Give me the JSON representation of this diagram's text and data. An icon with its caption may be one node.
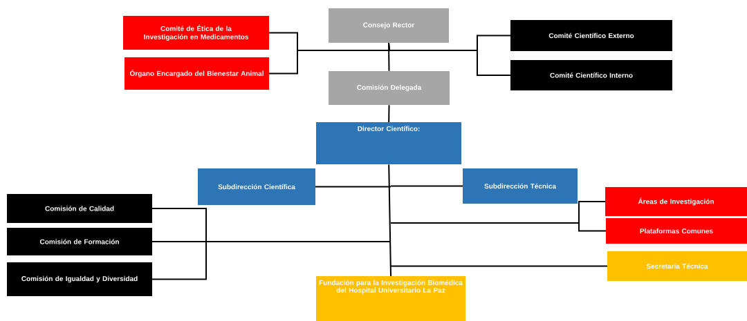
{
  "diagram": {
    "nodes": [
      {
        "text": [
          "Consejo Rector"
        ]
      },
      {
        "text": [
          "Comisión Delegada"
        ]
      },
      {
        "text": [
          "Comité de Ética de la Investigación en Medicamentos"
        ]
      },
      {
        "text": [
          "Órgano Encargado del Bienestar Animal"
        ]
      },
      {
        "text": [
          "Comité Científico Externo"
        ]
      },
      {
        "text": [
          "Comité Científico Interno"
        ]
      },
      {
        "text": [
          "Director Científico:"
        ]
      },
      {
        "text": [
          "Subdirección Científica"
        ]
      },
      {
        "text": [
          "Subdirección Técnica"
        ]
      },
      {
        "text": [
          "Comisión de Calidad"
        ]
      },
      {
        "text": [
          "Comisión de Formación"
        ]
      },
      {
        "text": [
          "Comisión de Igualdad y Diversidad"
        ]
      },
      {
        "text": [
          "Áreas de Investigación"
        ]
      },
      {
        "text": [
          "Plataformas Comunes"
        ]
      },
      {
        "text": [
          "Secretaría Técnica"
        ]
      },
      {
        "text": [
          "Fundación para la Investigación Biomédica del Hospital Universitario La Paz"
        ]
      }
    ],
    "edges": [
      {
        "from": 0,
        "to": 1,
        "arrow": "none"
      },
      {
        "from": 2,
        "to": 0,
        "arrow": "none"
      },
      {
        "from": 3,
        "to": 0,
        "arrow": "none"
      },
      {
        "from": 4,
        "to": 0,
        "arrow": "none"
      },
      {
        "from": 5,
        "to": 0,
        "arrow": "none"
      },
      {
        "from": 1,
        "to": 6,
        "arrow": "none"
      },
      {
        "from": 6,
        "to": 7,
        "arrow": "none"
      },
      {
        "from": 6,
        "to": 8,
        "arrow": "none"
      },
      {
        "from": 6,
        "to": 9,
        "arrow": "none"
      },
      {
        "from": 6,
        "to": 10,
        "arrow": "none"
      },
      {
        "from": 6,
        "to": 11,
        "arrow": "none"
      },
      {
        "from": 6,
        "to": 12,
        "arrow": "none"
      },
      {
        "from": 6,
        "to": 13,
        "arrow": "none"
      },
      {
        "from": 6,
        "to": 14,
        "arrow": "none"
      },
      {
        "from": 6,
        "to": 15,
        "arrow": "none"
      }
    ]
  }
}
